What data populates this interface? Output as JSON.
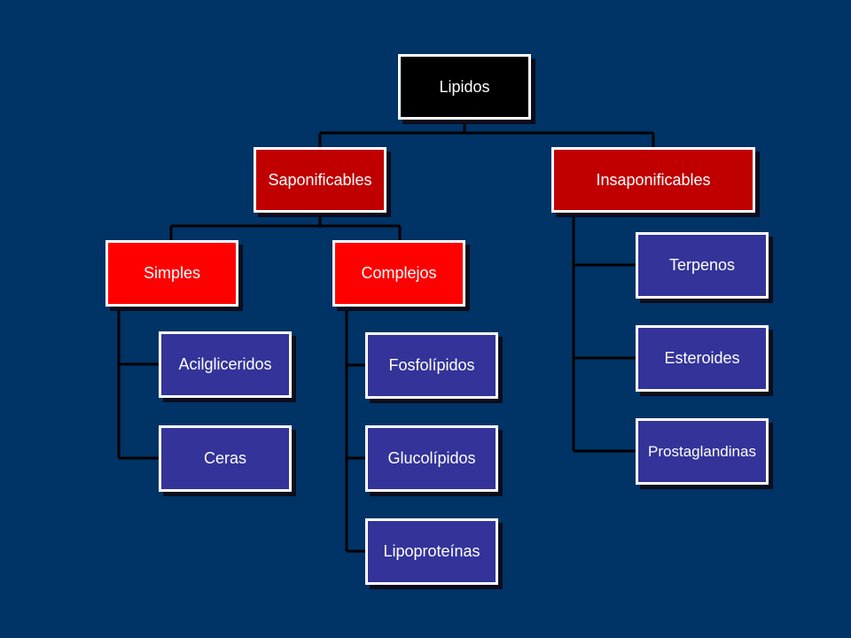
{
  "diagram": {
    "root": "Lipidos",
    "branches": {
      "saponificables": {
        "label": "Saponificables",
        "groups": {
          "simples": {
            "label": "Simples",
            "items": [
              "Acilgliceridos",
              "Ceras"
            ]
          },
          "complejos": {
            "label": "Complejos",
            "items": [
              "Fosfolípidos",
              "Glucolípidos",
              "Lipoproteínas"
            ]
          }
        }
      },
      "insaponificables": {
        "label": "Insaponificables",
        "items": [
          "Terpenos",
          "Esteroides",
          "Prostaglandinas"
        ]
      }
    }
  },
  "colors": {
    "background": "#003366",
    "root_fill": "#000000",
    "branch_fill": "#c00000",
    "group_fill": "#ff0000",
    "leaf_fill": "#333399",
    "border": "#ffffff",
    "connector": "#000000"
  }
}
